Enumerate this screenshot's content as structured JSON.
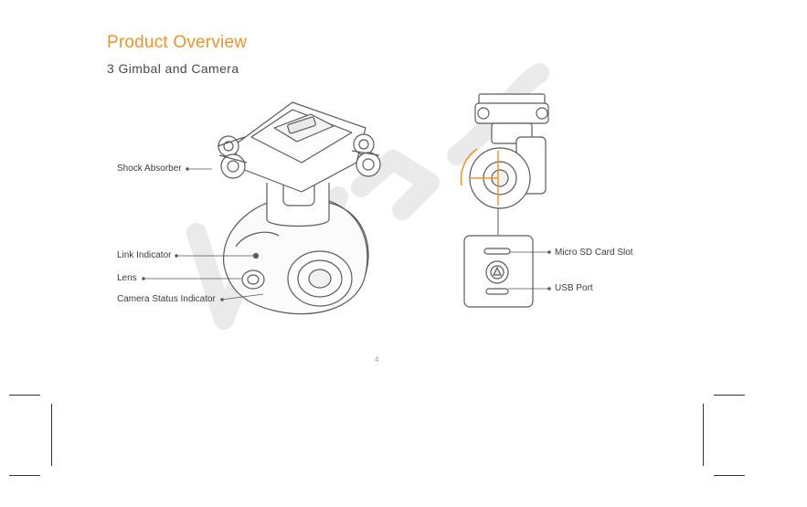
{
  "header": {
    "title": "Product Overview",
    "subtitle": "3 Gimbal and Camera"
  },
  "callouts": {
    "shock_absorber": "Shock Absorber",
    "link_indicator": "Link Indicator",
    "lens": "Lens",
    "camera_status_indicator": "Camera Status Indicator",
    "micro_sd_card_slot": "Micro SD Card Slot",
    "usb_port": "USB Port"
  },
  "footer": {
    "page_number": "4"
  },
  "colors": {
    "accent": "#f0922a",
    "line": "#555555",
    "watermark": "#e6e6e6"
  }
}
